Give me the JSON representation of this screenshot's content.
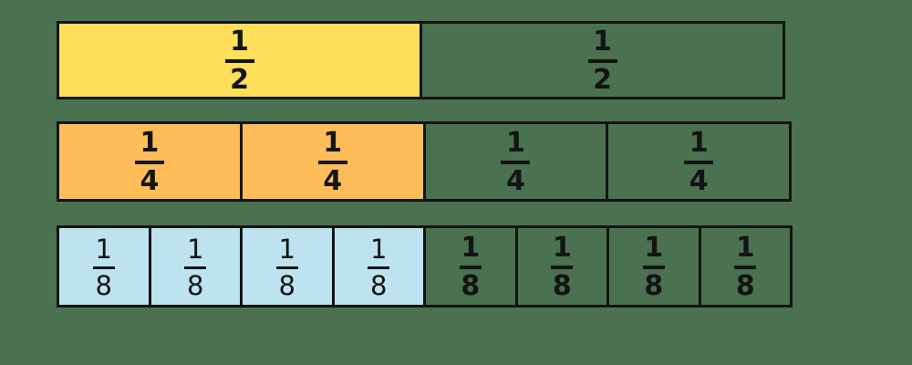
{
  "background_color": "#4A7150",
  "line_color": "#141414",
  "text_color": "#141414",
  "figure": {
    "type": "fraction-bar-model",
    "rows": [
      {
        "name": "halves",
        "unit_fraction": "1/2",
        "total_cells": 2,
        "filled_cells": 1,
        "fill_color": "#FFDE59",
        "cells": [
          {
            "numerator": "1",
            "denominator": "2",
            "filled": true,
            "bold": true
          },
          {
            "numerator": "1",
            "denominator": "2",
            "filled": false,
            "bold": true
          }
        ]
      },
      {
        "name": "quarters",
        "unit_fraction": "1/4",
        "total_cells": 4,
        "filled_cells": 2,
        "fill_color": "#FFBD59",
        "cells": [
          {
            "numerator": "1",
            "denominator": "4",
            "filled": true,
            "bold": true
          },
          {
            "numerator": "1",
            "denominator": "4",
            "filled": true,
            "bold": true
          },
          {
            "numerator": "1",
            "denominator": "4",
            "filled": false,
            "bold": true
          },
          {
            "numerator": "1",
            "denominator": "4",
            "filled": false,
            "bold": true
          }
        ]
      },
      {
        "name": "eighths",
        "unit_fraction": "1/8",
        "total_cells": 8,
        "filled_cells": 4,
        "fill_color": "#BDE3F0",
        "cells": [
          {
            "numerator": "1",
            "denominator": "8",
            "filled": true,
            "bold": false
          },
          {
            "numerator": "1",
            "denominator": "8",
            "filled": true,
            "bold": false
          },
          {
            "numerator": "1",
            "denominator": "8",
            "filled": true,
            "bold": false
          },
          {
            "numerator": "1",
            "denominator": "8",
            "filled": true,
            "bold": false
          },
          {
            "numerator": "1",
            "denominator": "8",
            "filled": false,
            "bold": true
          },
          {
            "numerator": "1",
            "denominator": "8",
            "filled": false,
            "bold": true
          },
          {
            "numerator": "1",
            "denominator": "8",
            "filled": false,
            "bold": true
          },
          {
            "numerator": "1",
            "denominator": "8",
            "filled": false,
            "bold": true
          }
        ]
      }
    ]
  }
}
